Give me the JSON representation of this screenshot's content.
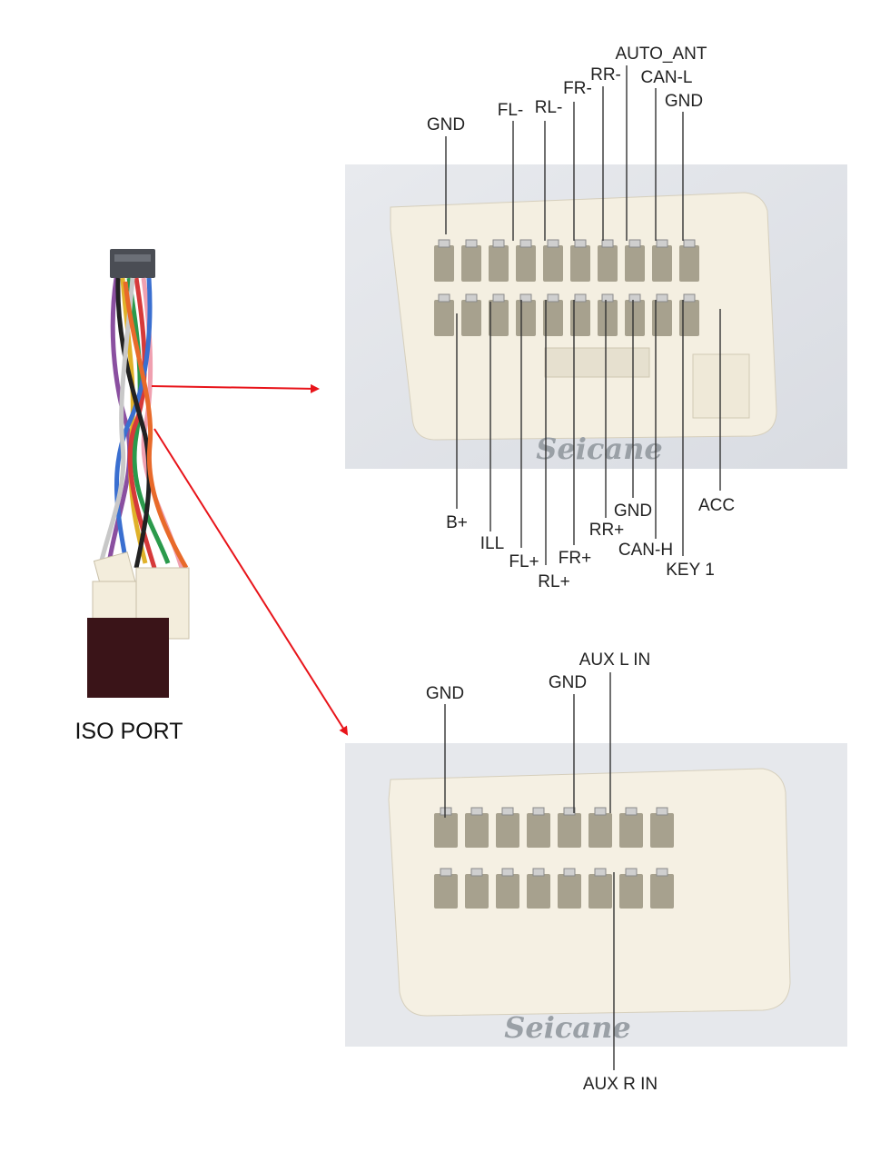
{
  "iso_port_label": "ISO PORT",
  "watermark": "Seicane",
  "connector_top": {
    "labels_above": [
      "GND",
      "FL-",
      "RL-",
      "FR-",
      "RR-",
      "AUTO_ANT",
      "CAN-L",
      "GND"
    ],
    "labels_below": [
      "B+",
      "ILL",
      "FL+",
      "RL+",
      "FR+",
      "RR+",
      "GND",
      "CAN-H",
      "KEY 1",
      "ACC"
    ]
  },
  "connector_bottom": {
    "labels_above": [
      "GND",
      "GND",
      "AUX L IN"
    ],
    "labels_below": [
      "AUX R IN"
    ]
  },
  "colors": {
    "arrow": "#e8141a",
    "leader": "#333333",
    "connector": "#f3eddc"
  }
}
